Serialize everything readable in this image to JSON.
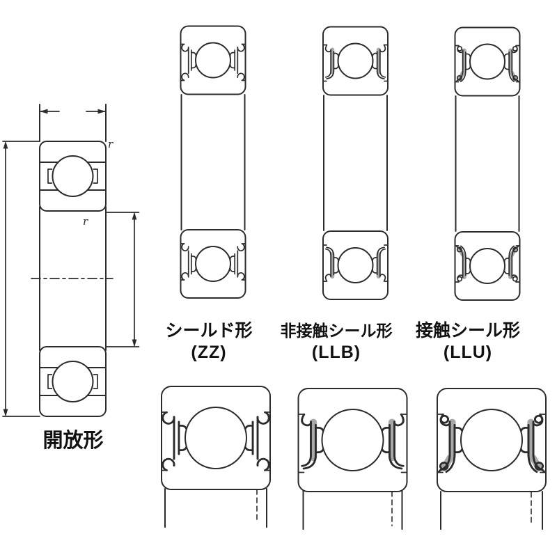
{
  "colors": {
    "line": "#2b2b2b",
    "seal_shade": "#a9a9a9",
    "background": "#ffffff",
    "text": "#111111"
  },
  "figures": {
    "open": {
      "label": "開放形"
    },
    "zz": {
      "label": "シールド形",
      "code": "(ZZ)"
    },
    "llb": {
      "label": "非接触シール形",
      "code": "(LLB)"
    },
    "llu": {
      "label": "接触シール形",
      "code": "(LLU)"
    }
  },
  "annotations": {
    "r_top": "r",
    "r_bottom": "r"
  }
}
